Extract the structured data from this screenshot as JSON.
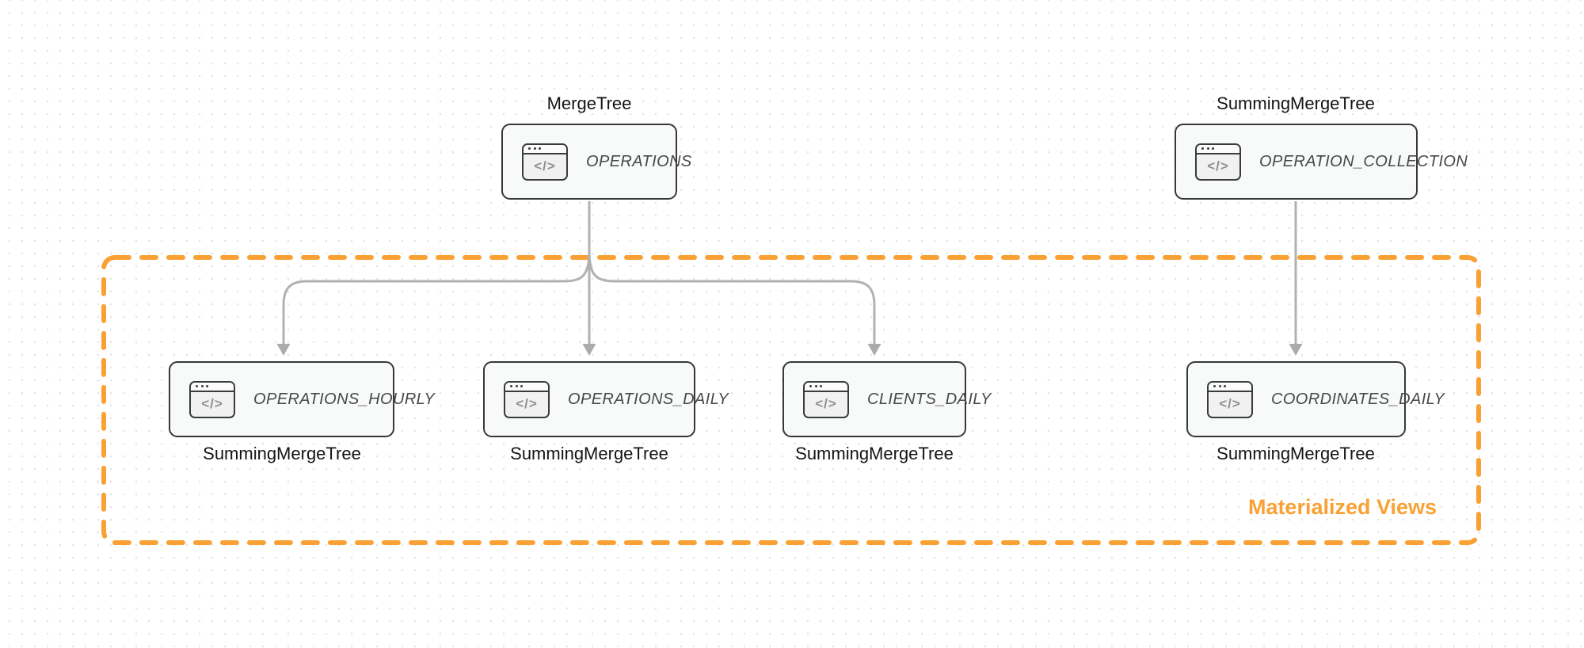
{
  "diagram": {
    "group_label": "Materialized Views",
    "icon_glyph": "</>",
    "colors": {
      "accent_orange": "#f9a134",
      "arrow_gray": "#b1b1b1",
      "node_border": "#36383a",
      "node_fill": "#f8f9f9",
      "title_text": "#474849",
      "label_text": "#141414"
    },
    "nodes": [
      {
        "id": "operations",
        "title": "OPERATIONS",
        "engine_label": "MergeTree",
        "engine_position": "above"
      },
      {
        "id": "operation-collection",
        "title": "OPERATION_COLLECTION",
        "engine_label": "SummingMergeTree",
        "engine_position": "above"
      },
      {
        "id": "operations-hourly",
        "title": "OPERATIONS_HOURLY",
        "engine_label": "SummingMergeTree",
        "engine_position": "below"
      },
      {
        "id": "operations-daily",
        "title": "OPERATIONS_DAILY",
        "engine_label": "SummingMergeTree",
        "engine_position": "below"
      },
      {
        "id": "clients-daily",
        "title": "CLIENTS_DAILY",
        "engine_label": "SummingMergeTree",
        "engine_position": "below"
      },
      {
        "id": "coordinates-daily",
        "title": "COORDINATES_DAILY",
        "engine_label": "SummingMergeTree",
        "engine_position": "below"
      }
    ],
    "edges": [
      {
        "from": "operations",
        "to": "operations-hourly"
      },
      {
        "from": "operations",
        "to": "operations-daily"
      },
      {
        "from": "operations",
        "to": "clients-daily"
      },
      {
        "from": "operation-collection",
        "to": "coordinates-daily"
      }
    ],
    "group_contains": [
      "operations-hourly",
      "operations-daily",
      "clients-daily",
      "coordinates-daily"
    ]
  }
}
